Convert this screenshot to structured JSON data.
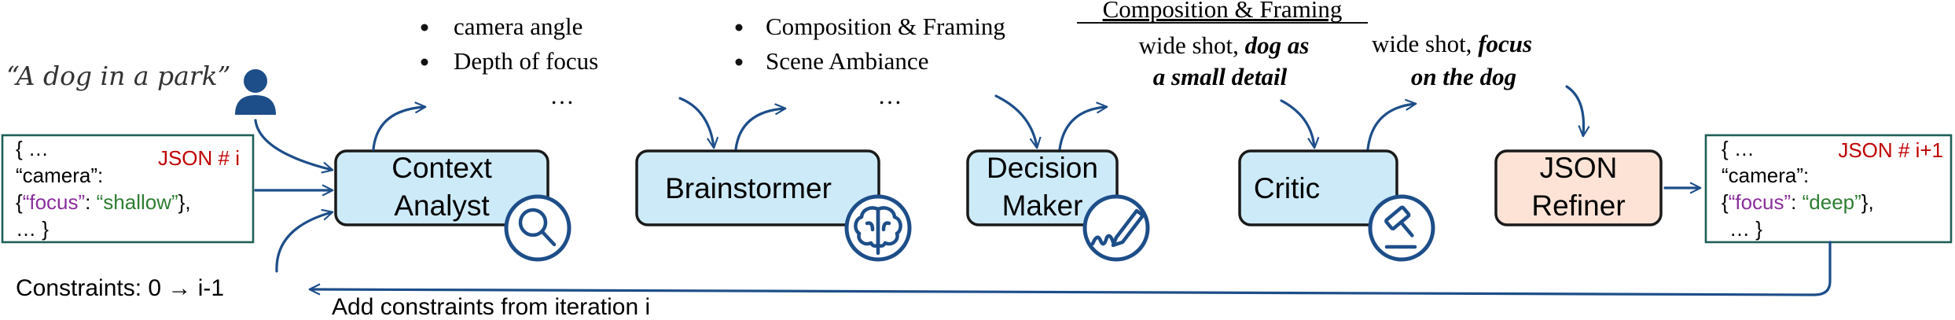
{
  "prompt": {
    "text": "“A dog in a park”"
  },
  "json_in": {
    "line1": "{ …",
    "line2": "“camera”:",
    "brace_open": "{",
    "key": "“focus”",
    "colon": ": ",
    "value": "“shallow”",
    "brace_close": "},",
    "line4": "… }",
    "tag": "JSON # i"
  },
  "json_out": {
    "line1": "{ …",
    "line2": "“camera”:",
    "brace_open": "{",
    "key": "“focus”",
    "colon": ": ",
    "value": "“deep”",
    "brace_close": "},",
    "line4": "… }",
    "tag": "JSON # i+1"
  },
  "agents": {
    "context_analyst": {
      "line1": "Context",
      "line2": "Analyst",
      "icon": "magnifier-icon"
    },
    "brainstormer": {
      "label": "Brainstormer",
      "icon": "brain-icon"
    },
    "decision_maker": {
      "line1": "Decision",
      "line2": "Maker",
      "icon": "pen-signature-icon"
    },
    "critic": {
      "label": "Critic",
      "icon": "gavel-icon"
    },
    "json_refiner": {
      "line1": "JSON",
      "line2": "Refiner"
    }
  },
  "analyst_output": {
    "bullet1": "camera angle",
    "bullet2": "Depth of focus",
    "more": "…"
  },
  "brainstorm_output": {
    "bullet1": "Composition & Framing",
    "bullet2": "Scene Ambiance",
    "more": "…"
  },
  "decision_output": {
    "heading": "Composition & Framing",
    "line1_plain": "wide shot, ",
    "line1_emph": "dog as",
    "line2_emph": "a small detail"
  },
  "critic_output": {
    "line1_plain": "wide shot,  ",
    "line1_emph": "focus",
    "line2_emph": "on the dog"
  },
  "constraints": {
    "label": "Constraints: 0 → i-1",
    "feedback": "Add constraints from iteration i"
  },
  "colors": {
    "agent_fill": "#cdeaf8",
    "refiner_fill": "#fde3d6",
    "arrow": "#1d4e89",
    "json_border": "#1f5f57",
    "json_tag": "#c00000",
    "json_key": "#8a2e9c",
    "json_value": "#2e7d32"
  }
}
